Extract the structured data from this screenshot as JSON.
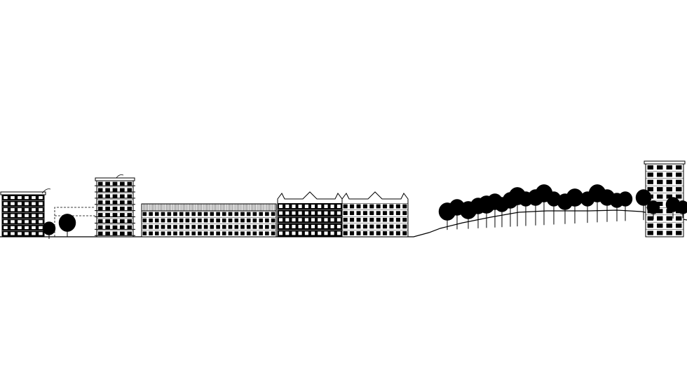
{
  "drawing": {
    "colors": {
      "ink": "#000000",
      "background": "#ffffff"
    },
    "buildings": [
      {
        "name": "building-left-block",
        "floors": 7
      },
      {
        "name": "building-tower-mid",
        "floors": 9
      },
      {
        "name": "building-long-block",
        "floors": 4
      },
      {
        "name": "building-ornate-left",
        "floors": 5
      },
      {
        "name": "building-ornate-right",
        "floors": 5
      },
      {
        "name": "building-tower-right",
        "floors": 10
      }
    ],
    "trees": {
      "count": 26
    }
  }
}
